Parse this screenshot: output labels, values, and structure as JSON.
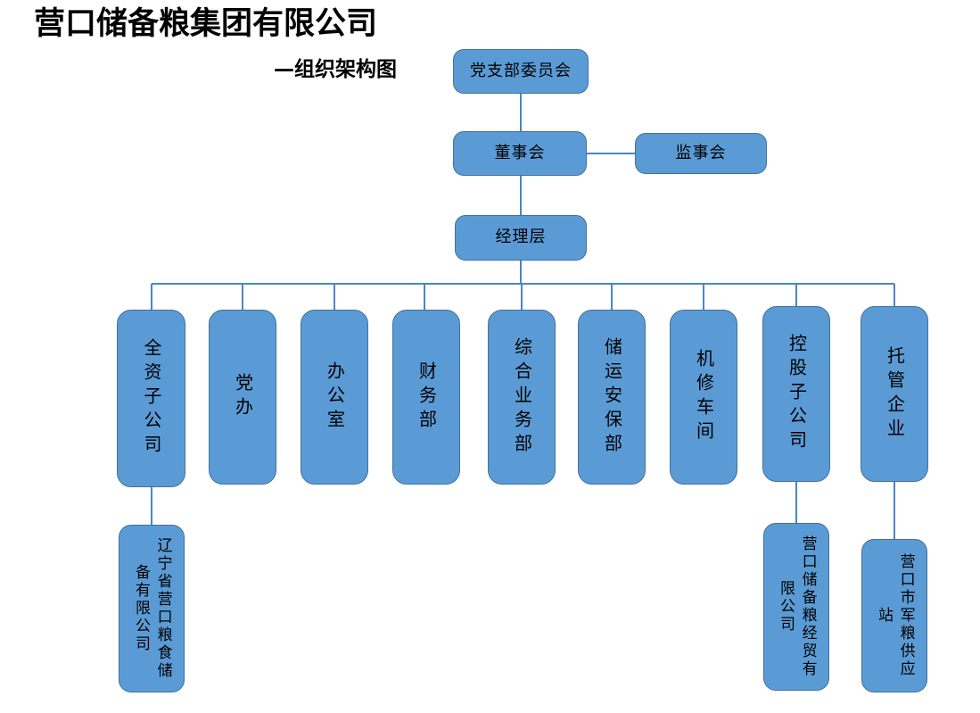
{
  "header": {
    "title": "营口储备粮集团有限公司",
    "subtitle": "—组织架构图"
  },
  "theme": {
    "node_fill": "#5B9BD5",
    "node_border": "#41719C",
    "connector": "#4A86C8",
    "text": "#000000",
    "background": "#FFFFFF"
  },
  "chart": {
    "type": "org-chart",
    "nodes": {
      "party_committee": {
        "label": "党支部委员会"
      },
      "board_of_directors": {
        "label": "董事会"
      },
      "board_of_supervisors": {
        "label": "监事会"
      },
      "management": {
        "label": "经理层"
      },
      "dept_01": {
        "label": "全资子公司"
      },
      "dept_02": {
        "label": "党办"
      },
      "dept_03": {
        "label": "办公室"
      },
      "dept_04": {
        "label": "财务部"
      },
      "dept_05": {
        "label": "综合业务部"
      },
      "dept_06": {
        "label": "储运安保部"
      },
      "dept_07": {
        "label": "机修车间"
      },
      "dept_08": {
        "label": "控股子公司"
      },
      "dept_09": {
        "label": "托管企业"
      },
      "sub_01": {
        "label": "辽宁省营口粮食储备有限公司"
      },
      "sub_02": {
        "label": "营口储备粮经贸有限公司"
      },
      "sub_03": {
        "label": "营口市军粮供应站"
      }
    },
    "edges": [
      {
        "from": "party_committee",
        "to": "board_of_directors"
      },
      {
        "from": "board_of_directors",
        "to": "board_of_supervisors"
      },
      {
        "from": "board_of_directors",
        "to": "management"
      },
      {
        "from": "management",
        "to": "dept_01"
      },
      {
        "from": "management",
        "to": "dept_02"
      },
      {
        "from": "management",
        "to": "dept_03"
      },
      {
        "from": "management",
        "to": "dept_04"
      },
      {
        "from": "management",
        "to": "dept_05"
      },
      {
        "from": "management",
        "to": "dept_06"
      },
      {
        "from": "management",
        "to": "dept_07"
      },
      {
        "from": "management",
        "to": "dept_08"
      },
      {
        "from": "management",
        "to": "dept_09"
      },
      {
        "from": "dept_01",
        "to": "sub_01"
      },
      {
        "from": "dept_08",
        "to": "sub_02"
      },
      {
        "from": "dept_09",
        "to": "sub_03"
      }
    ]
  }
}
